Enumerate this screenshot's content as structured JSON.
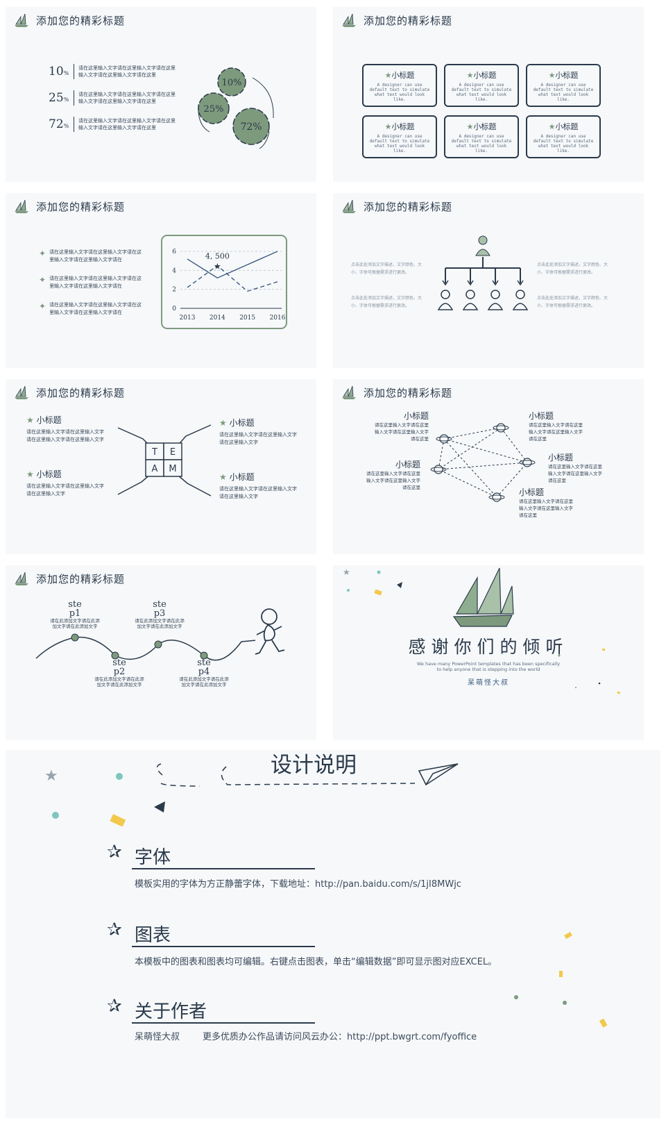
{
  "slide_title": "添加您的精彩标题",
  "slide1": {
    "rows": [
      {
        "value": "10",
        "unit": "%",
        "text": "请在这里输入文字请在这里输入文字请在这里输入文字请在这里输入文字请在这里"
      },
      {
        "value": "25",
        "unit": "%",
        "text": "请在这里输入文字请在这里输入文字请在这里输入文字请在这里输入文字请在这里"
      },
      {
        "value": "72",
        "unit": "%",
        "text": "请在这里输入文字请在这里输入文字请在这里输入文字请在这里输入文字请在这里"
      }
    ],
    "gears": [
      {
        "label": "10%"
      },
      {
        "label": "25%"
      },
      {
        "label": "72%"
      }
    ]
  },
  "slide2": {
    "cards": [
      {
        "title": "小标题",
        "text": "A designer can use default text to simulate what text would look like."
      },
      {
        "title": "小标题",
        "text": "A designer can use default text to simulate what text would look like."
      },
      {
        "title": "小标题",
        "text": "A designer can use default text to simulate what text would look like."
      },
      {
        "title": "小标题",
        "text": "A designer can use default text to simulate what text would look like."
      },
      {
        "title": "小标题",
        "text": "A designer can use default text to simulate what text would look like."
      },
      {
        "title": "小标题",
        "text": "A designer can use default text to simulate what text would look like."
      }
    ]
  },
  "slide3": {
    "bullets": [
      "请在这里输入文字请在这里输入文字请在这里输入文字请在这里输入文字请在",
      "请在这里输入文字请在这里输入文字请在这里输入文字请在这里输入文字请在",
      "请在这里输入文字请在这里输入文字请在这里输入文字请在这里输入文字请在"
    ]
  },
  "chart_data": {
    "type": "line",
    "categories": [
      "2013",
      "2014",
      "2015",
      "2016"
    ],
    "series": [
      {
        "values": [
          5.2,
          3.2,
          4.6,
          6.0
        ]
      },
      {
        "values": [
          2.2,
          4.5,
          1.8,
          2.8
        ]
      }
    ],
    "yticks": [
      "0",
      "2",
      "4",
      "6"
    ],
    "ylim": [
      0,
      6
    ],
    "annotation": "4, 500",
    "annotation_index": 1,
    "annotation_value": 4.5,
    "line_color": "#3d5a80"
  },
  "slide4": {
    "left_texts": [
      "点击此处添加文字描述，文字颜色、大小、字体可根据需求进行更改。",
      "点击此处添加文字描述，文字颜色、大小、字体可根据需求进行更改。"
    ],
    "right_texts": [
      "点击此处添加文字描述，文字颜色、大小、字体可根据需求进行更改。",
      "点击此处添加文字描述，文字颜色、大小、字体可根据需求进行更改。"
    ]
  },
  "slide5": {
    "items": [
      {
        "title": "小标题",
        "text": "请在这里输入文字请在这里输入文字请在这里输入文字请在这里输入文字"
      },
      {
        "title": "小标题",
        "text": "请在这里输入文字请在这里输入文字请在这里输入文字"
      },
      {
        "title": "小标题",
        "text": "请在这里输入文字请在这里输入文字请在这里输入文字"
      },
      {
        "title": "小标题",
        "text": "请在这里输入文字请在这里输入文字请在这里输入文字"
      }
    ],
    "puzzle_letters": [
      "T",
      "E",
      "A",
      "M"
    ]
  },
  "slide6": {
    "items": [
      {
        "title": "小标题",
        "text": "请在这里输入文字请在这里输入文字请在这里输入文字请在这里"
      },
      {
        "title": "小标题",
        "text": "请在这里输入文字请在这里输入文字请在这里输入文字请在这里"
      },
      {
        "title": "小标题",
        "text": "请在这里输入文字请在这里输入文字请在这里输入文字请在这里"
      },
      {
        "title": "小标题",
        "text": "请在这里输入文字请在这里输入文字请在这里输入文字请在这里"
      },
      {
        "title": "小标题",
        "text": "请在这里输入文字请在这里输入文字请在这里输入文字请在这里"
      }
    ]
  },
  "slide7": {
    "steps": [
      {
        "title": "ste",
        "sub": "p1",
        "text": "请在此添加文字请在此添加文字请在此添加文字"
      },
      {
        "title": "ste",
        "sub": "p2",
        "text": "请在此添加文字请在此添加文字请在此添加文字"
      },
      {
        "title": "ste",
        "sub": "p3",
        "text": "请在此添加文字请在此添加文字请在此添加文字"
      },
      {
        "title": "ste",
        "sub": "p4",
        "text": "请在此添加文字请在此添加文字请在此添加文字"
      }
    ]
  },
  "slide8": {
    "title": "感谢你们的倾听",
    "sub_en_1": "We have many PowerPoint templates that has been specifically",
    "sub_en_2": "to help anyone that is stepping into the world",
    "author": "呆萌怪大叔"
  },
  "design": {
    "title": "设计说明",
    "sections": [
      {
        "heading": "字体",
        "text": "模板实用的字体为方正静蕾字体，下载地址：http://pan.baidu.com/s/1jI8MWjc"
      },
      {
        "heading": "图表",
        "text": "本模板中的图表和图表均可编辑。右键点击图表，单击“编辑数据”即可显示图对应EXCEL。"
      },
      {
        "heading": "关于作者",
        "text": "呆萌怪大叔        更多优质办公作品请访问风云办公：http://ppt.bwgrt.com/fyoffice"
      }
    ]
  },
  "colors": {
    "green": "#7d9a7d",
    "dark": "#2b3a4a",
    "teal": "#7fc6bd",
    "yellow": "#f2c94c",
    "slide_bg": "#f6f8fa"
  }
}
